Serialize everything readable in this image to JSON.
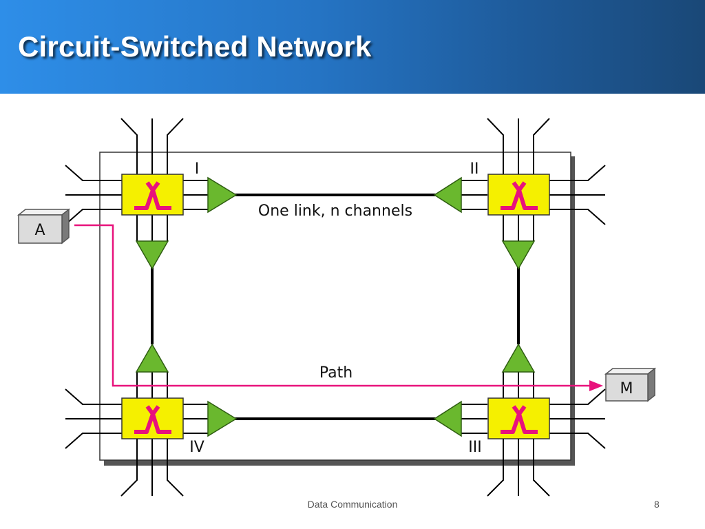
{
  "slide": {
    "title": "Circuit-Switched Network",
    "footer": "Data Communication",
    "page_number": "8"
  },
  "diagram": {
    "link_label": "One link, n channels",
    "path_label": "Path",
    "switches": [
      "I",
      "II",
      "III",
      "IV"
    ],
    "end_systems": [
      "A",
      "M"
    ],
    "colors": {
      "switch_fill": "#f5f000",
      "switch_symbol": "#e8127c",
      "path_line": "#e8127c",
      "multiplexer": "#6ab82e",
      "end_system": "#dcdcdc",
      "header_start": "#2e8ee8",
      "header_end": "#1a4877"
    }
  }
}
